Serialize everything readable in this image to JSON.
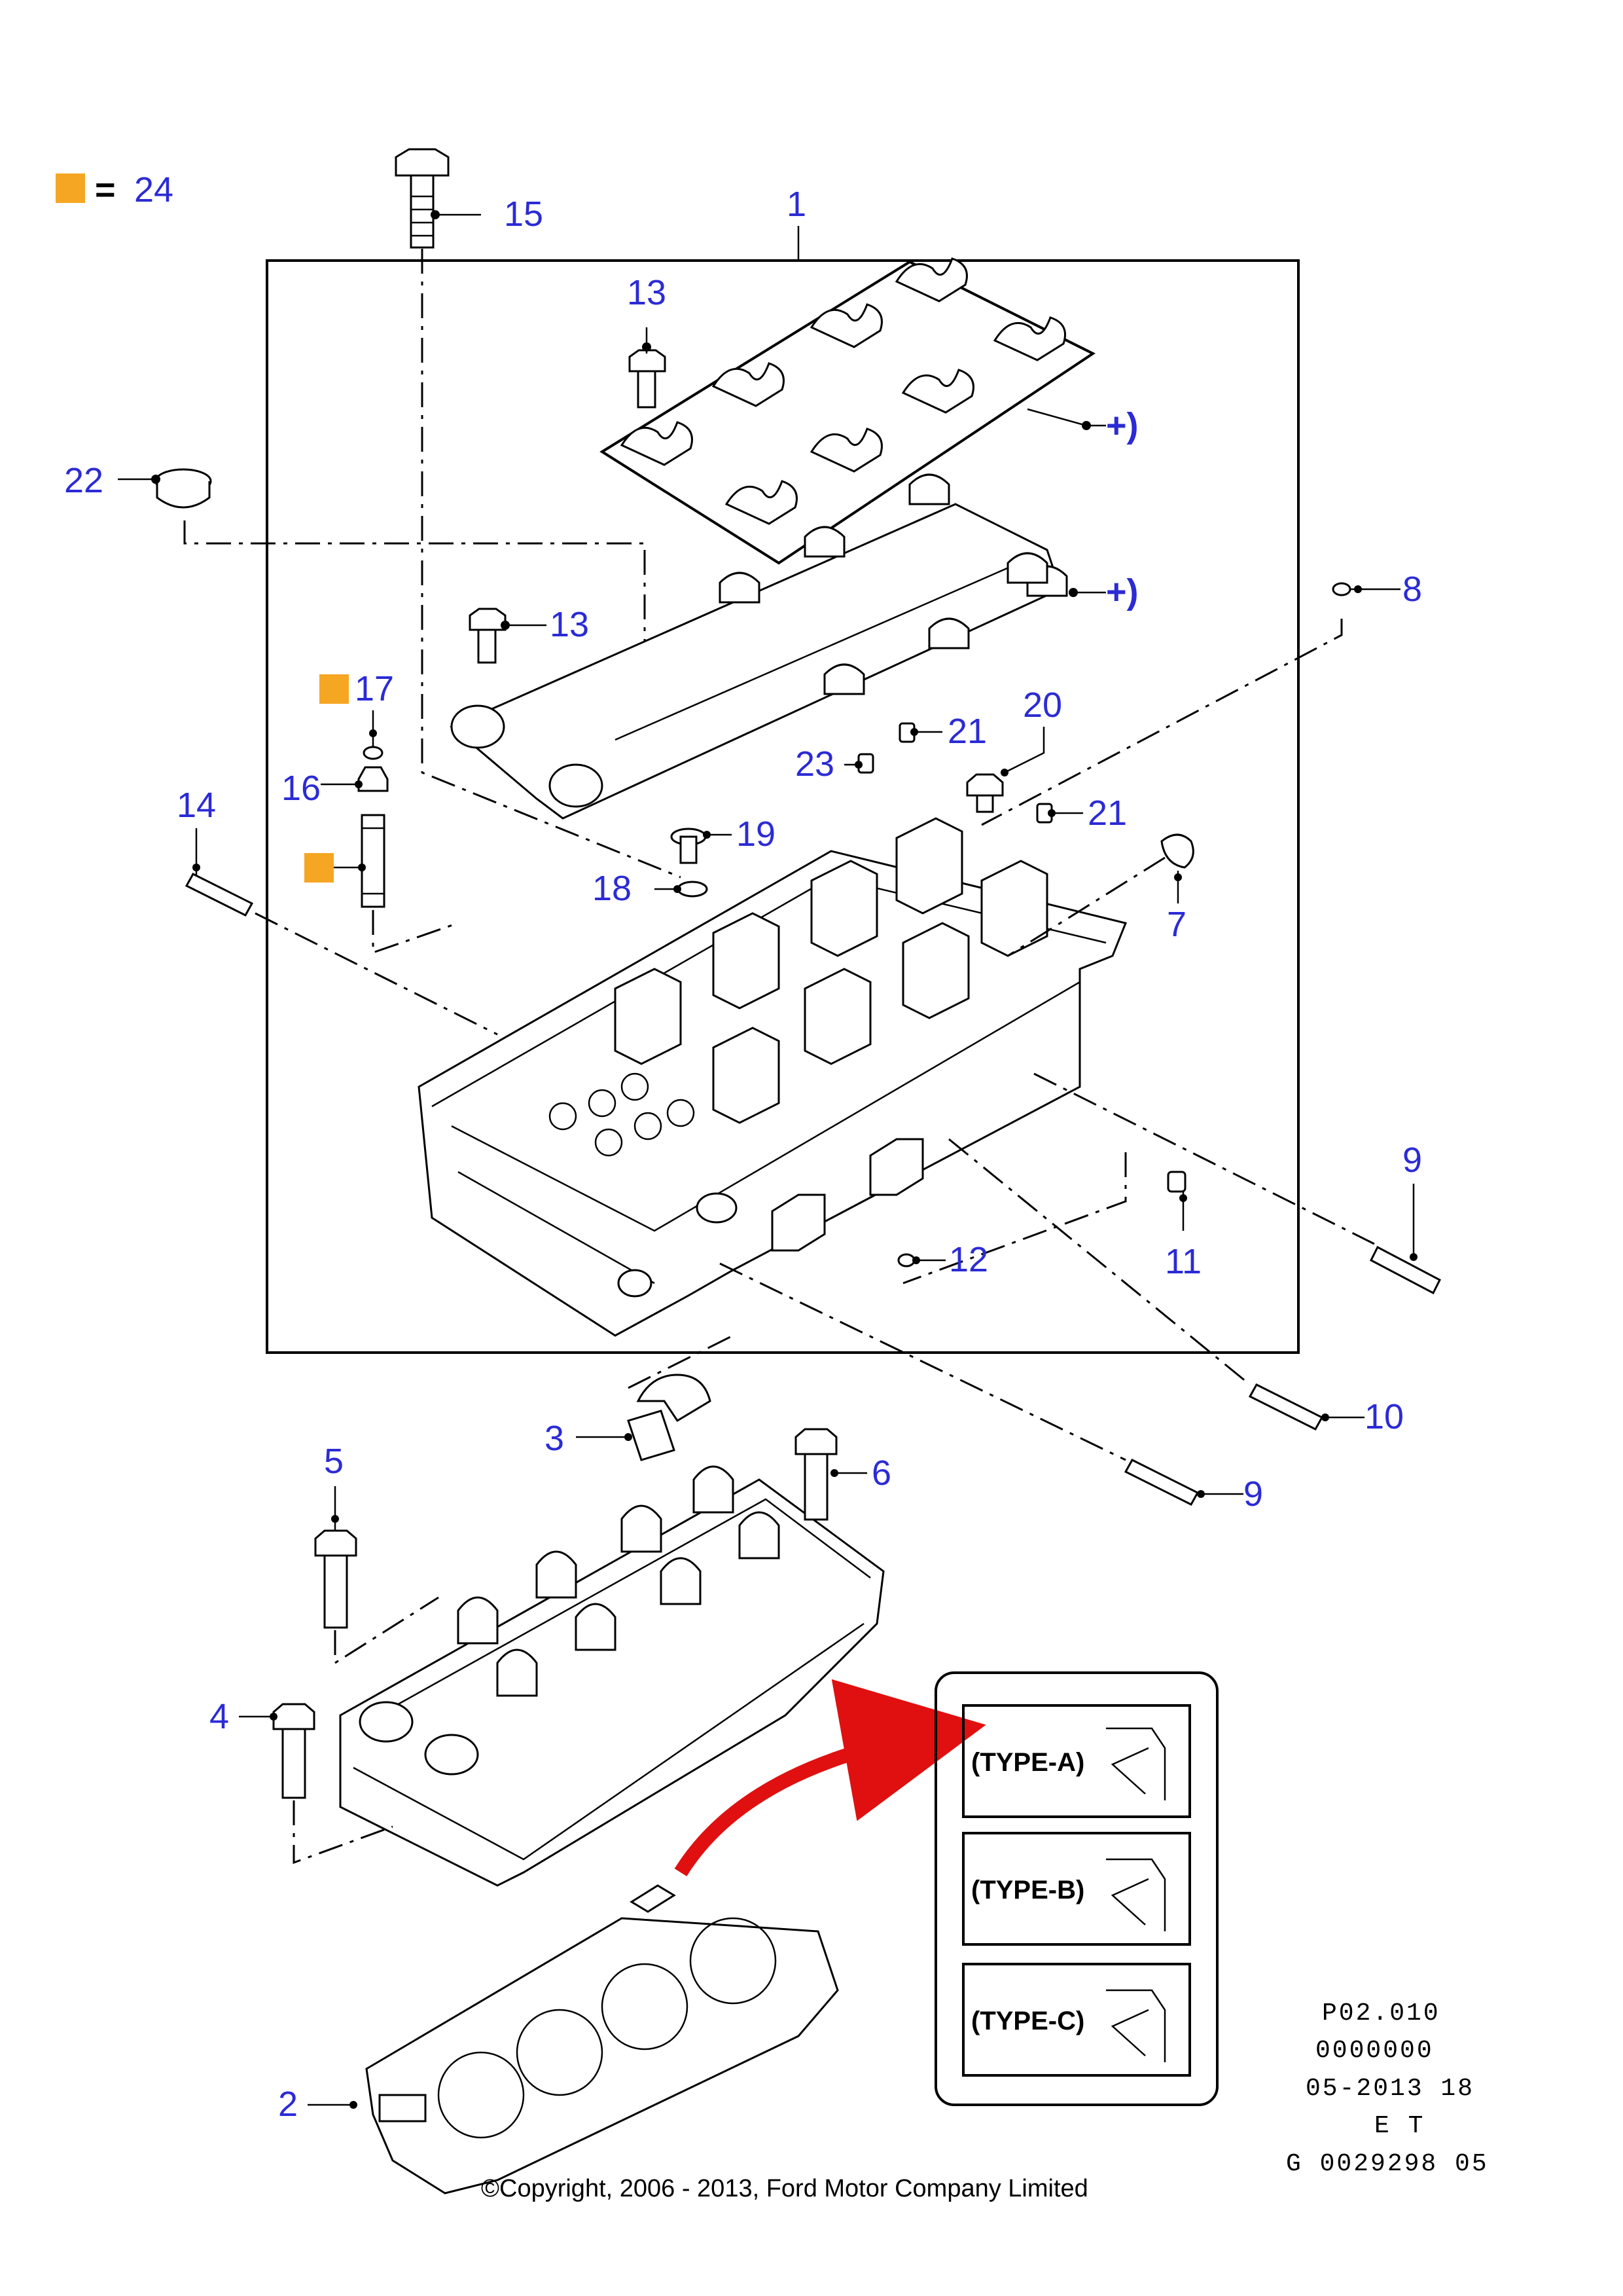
{
  "legend": {
    "marker_color": "#f5a623",
    "equals": "=",
    "number": "24"
  },
  "callouts": {
    "c1": "1",
    "c2": "2",
    "c3": "3",
    "c4": "4",
    "c5": "5",
    "c6": "6",
    "c7": "7",
    "c8": "8",
    "c9a": "9",
    "c9b": "9",
    "c10": "10",
    "c11": "11",
    "c12": "12",
    "c13a": "13",
    "c13b": "13",
    "c14": "14",
    "c15": "15",
    "c16": "16",
    "c17": "17",
    "c18": "18",
    "c19": "19",
    "c20": "20",
    "c21a": "21",
    "c21b": "21",
    "c22": "22",
    "c23": "23"
  },
  "plus_marks": {
    "p1": "+)",
    "p2": "+)"
  },
  "gasket_types": [
    {
      "label": "(TYPE-A)"
    },
    {
      "label": "(TYPE-B)"
    },
    {
      "label": "(TYPE-C)"
    }
  ],
  "reference": {
    "line1": "P02.010",
    "line2": "0000000",
    "line3": "05-2013 18",
    "line4": "E T",
    "line5": "G 0029298 05"
  },
  "copyright": "©Copyright, 2006 - 2013, Ford Motor Company Limited",
  "colors": {
    "callout": "#2b2bd6",
    "highlight": "#f5a623",
    "arrow": "#e01010"
  }
}
